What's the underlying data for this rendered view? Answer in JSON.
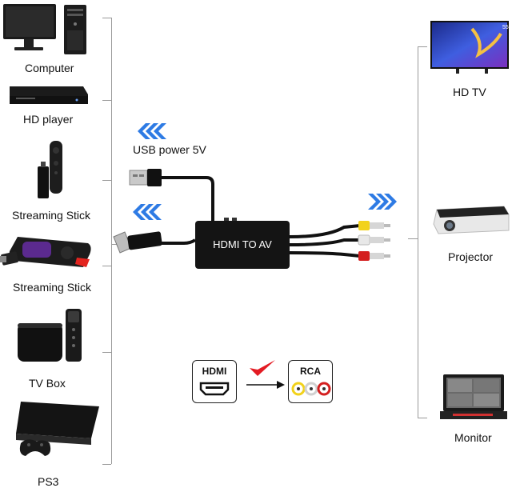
{
  "sources": [
    {
      "id": "computer",
      "label": "Computer",
      "icon": "computer-icon"
    },
    {
      "id": "hd-player",
      "label": "HD player",
      "icon": "hd-player-icon"
    },
    {
      "id": "streaming-stick-1",
      "label": "Streaming Stick",
      "icon": "streaming-stick-icon"
    },
    {
      "id": "streaming-stick-2",
      "label": "Streaming Stick",
      "icon": "streaming-stick-roku-icon"
    },
    {
      "id": "tv-box",
      "label": "TV Box",
      "icon": "tv-box-icon"
    },
    {
      "id": "ps3",
      "label": "PS3",
      "icon": "ps3-icon"
    }
  ],
  "outputs": [
    {
      "id": "hd-tv",
      "label": "HD TV",
      "icon": "hd-tv-icon",
      "screen_badge": "55"
    },
    {
      "id": "projector",
      "label": "Projector",
      "icon": "projector-icon"
    },
    {
      "id": "monitor",
      "label": "Monitor",
      "icon": "monitor-icon"
    }
  ],
  "center": {
    "usb_label": "USB power 5V",
    "converter_label": "HDMI TO AV"
  },
  "conversion": {
    "from_label": "HDMI",
    "to_label": "RCA"
  },
  "colors": {
    "arrow_blue": "#2e7be4",
    "check_red": "#e31b23",
    "rca_yellow": "#f2d21b",
    "rca_white": "#e8e8e8",
    "rca_red": "#d42020"
  }
}
